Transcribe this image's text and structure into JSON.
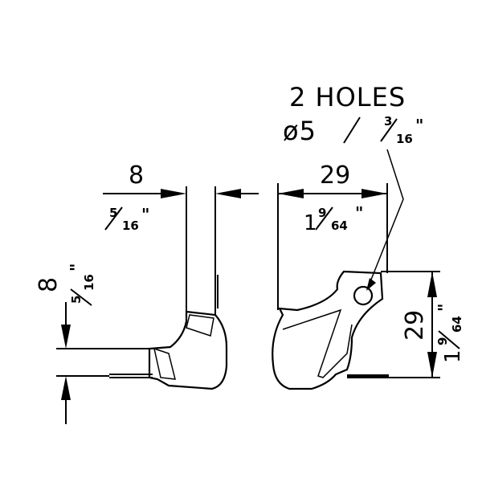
{
  "note": {
    "line1": "2 HOLES",
    "diameter": "ø5",
    "slash": "/",
    "frac_num": "3",
    "frac_den": "16",
    "inch": "\""
  },
  "dim_left_top": {
    "mm": "8",
    "frac_num": "5",
    "frac_den": "16",
    "inch": "\""
  },
  "dim_right_top": {
    "mm": "29",
    "whole": "1",
    "frac_num": "9",
    "frac_den": "64",
    "inch": "\""
  },
  "dim_left_vertical": {
    "mm": "8",
    "frac_num": "5",
    "frac_den": "16",
    "inch": "\""
  },
  "dim_right_vertical": {
    "mm": "29",
    "whole": "1",
    "frac_num": "9",
    "frac_den": "64",
    "inch": "\""
  }
}
